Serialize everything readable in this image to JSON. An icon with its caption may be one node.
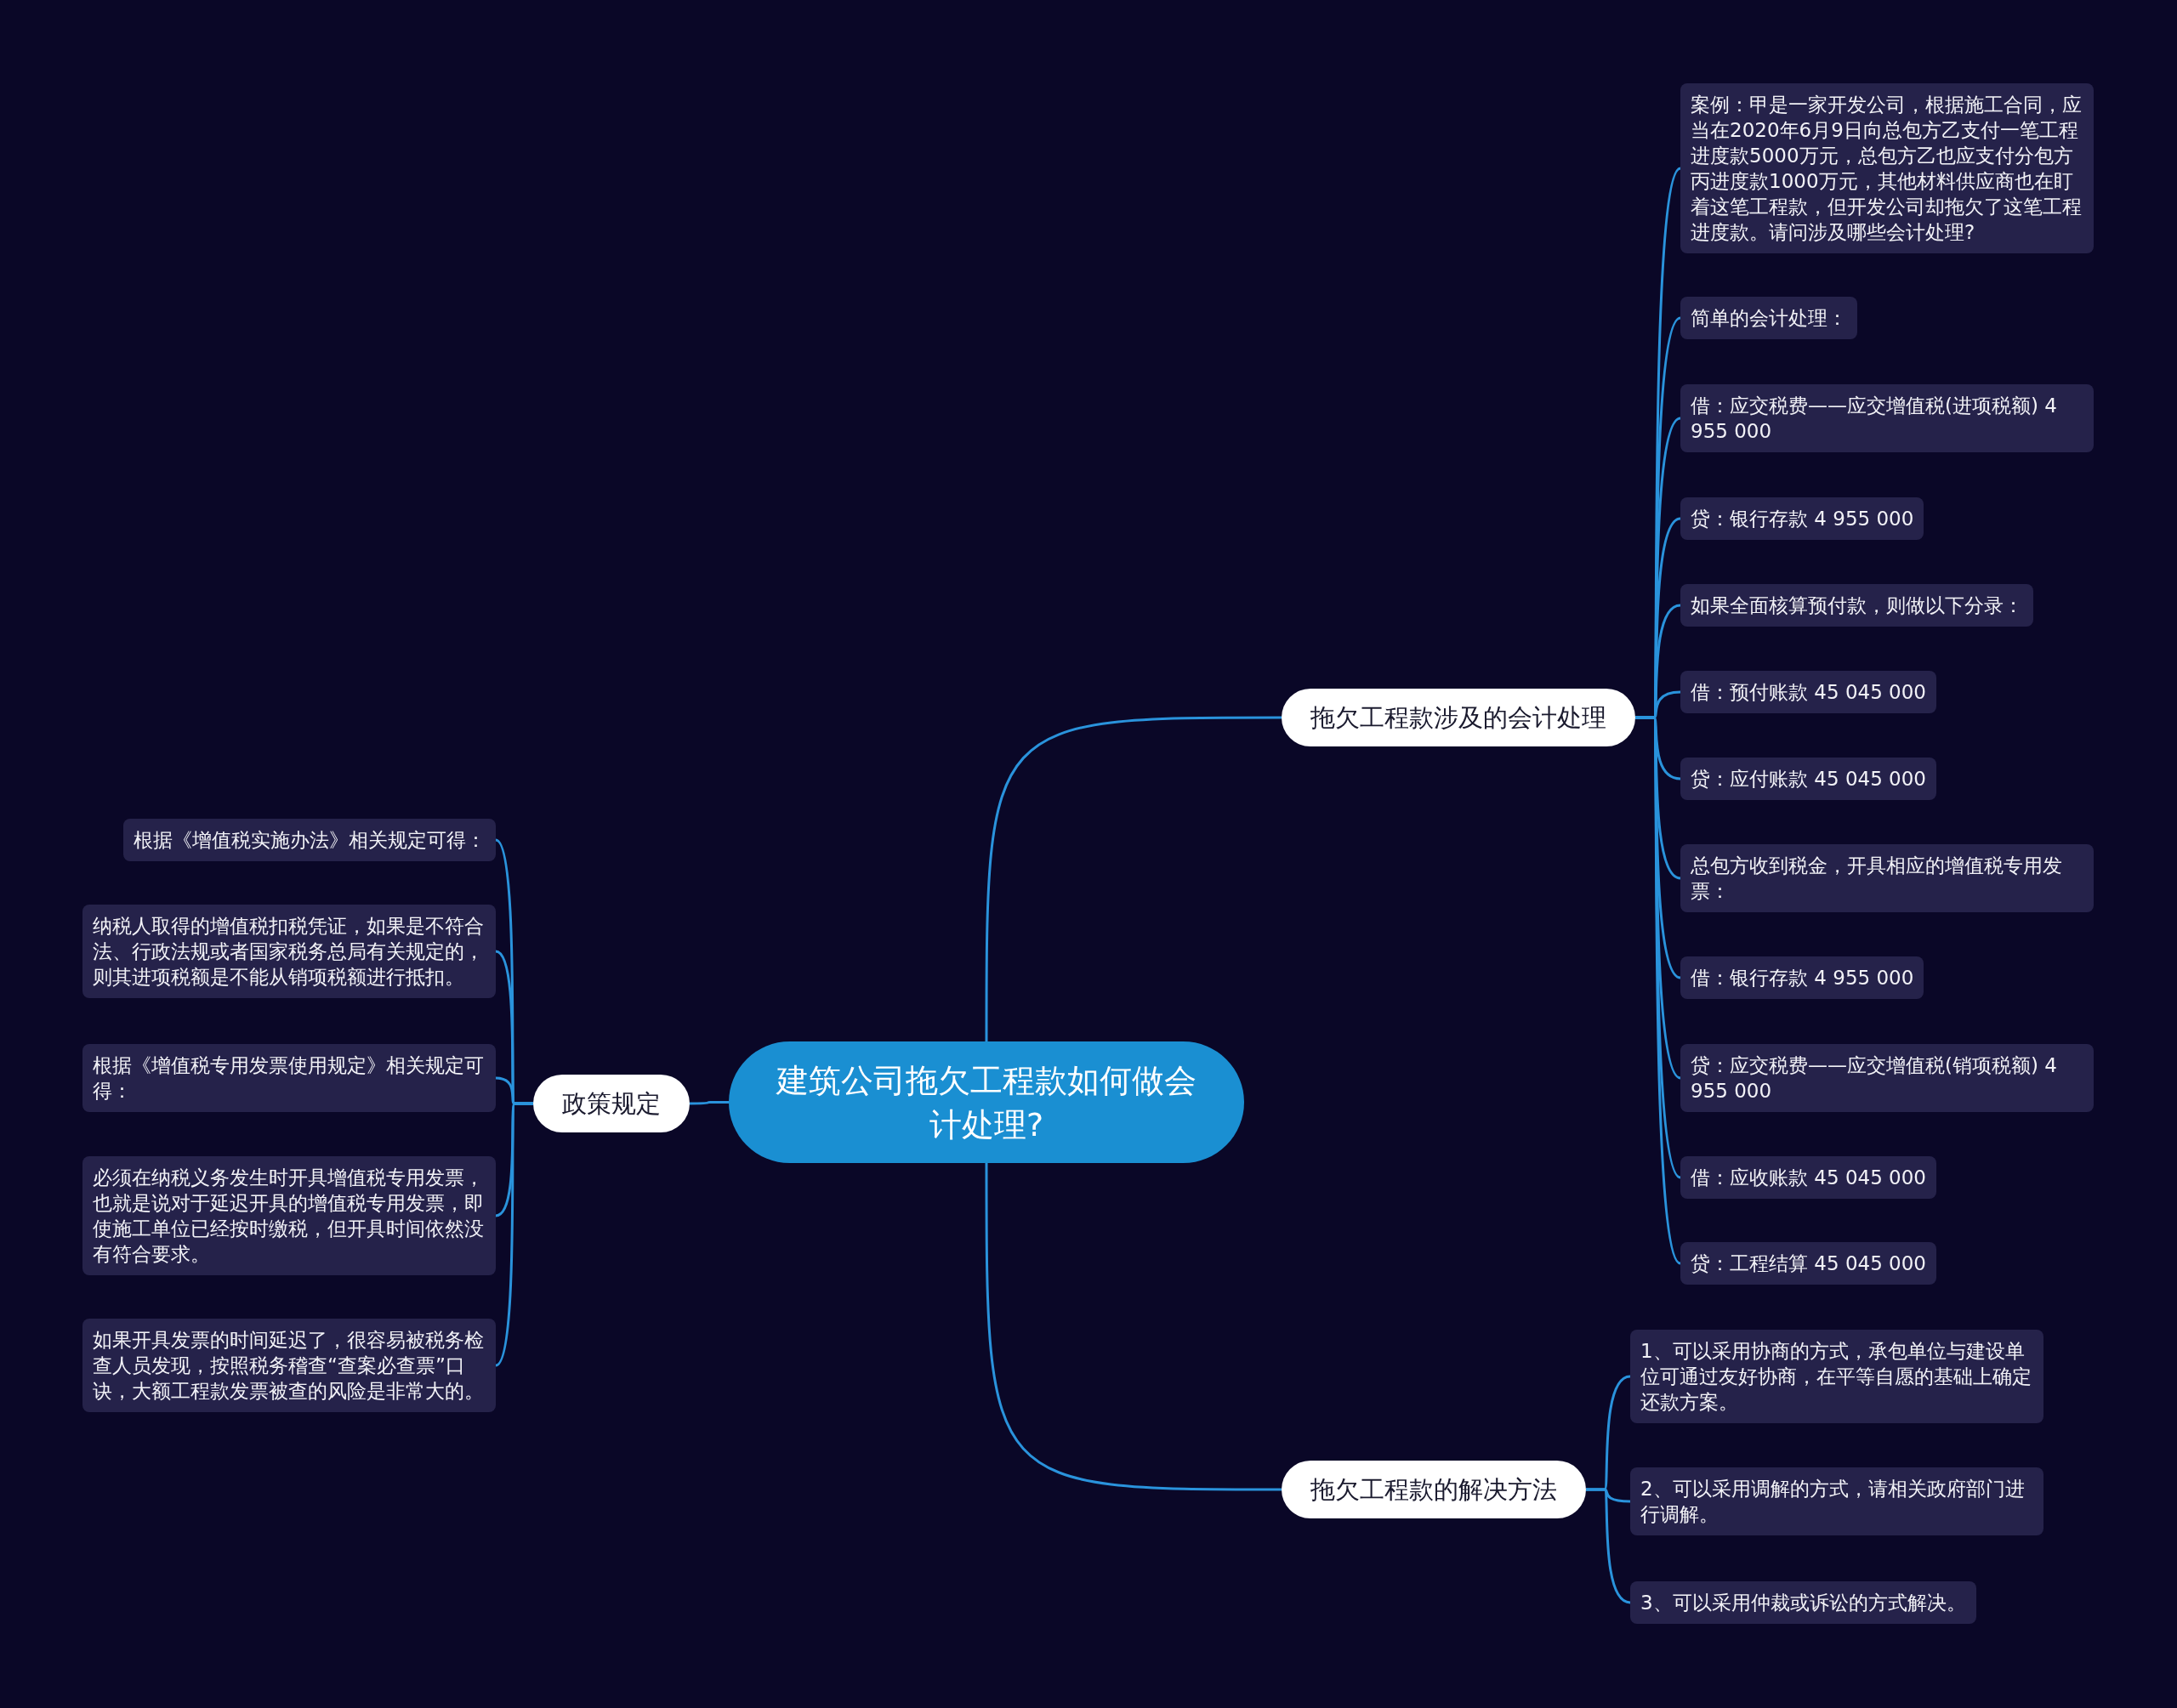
{
  "diagram": {
    "nodes": [
      {
        "text": [
          "建筑公司拖欠工程款如何做会计处理?"
        ]
      },
      {
        "text": [
          "拖欠工程款涉及的会计处理"
        ]
      },
      {
        "text": [
          "案例：甲是一家开发公司，根据施工合同，应当在2020年6月9日向总包方乙支付一笔工程进度款5000万元，总包方乙也应支付分包方丙进度款1000万元，其他材料供应商也在盯着这笔工程款，但开发公司却拖欠了这笔工程进度款。请问涉及哪些会计处理?"
        ]
      },
      {
        "text": [
          "简单的会计处理："
        ]
      },
      {
        "text": [
          "借：应交税费——应交增值税(进项税额) 4 955 000"
        ]
      },
      {
        "text": [
          "贷：银行存款 4 955 000"
        ]
      },
      {
        "text": [
          "如果全面核算预付款，则做以下分录："
        ]
      },
      {
        "text": [
          "借：预付账款 45 045 000"
        ]
      },
      {
        "text": [
          "贷：应付账款 45 045 000"
        ]
      },
      {
        "text": [
          "总包方收到税金，开具相应的增值税专用发票："
        ]
      },
      {
        "text": [
          "借：银行存款 4 955 000"
        ]
      },
      {
        "text": [
          "贷：应交税费——应交增值税(销项税额) 4 955 000"
        ]
      },
      {
        "text": [
          "借：应收账款 45 045 000"
        ]
      },
      {
        "text": [
          "贷：工程结算 45 045 000"
        ]
      },
      {
        "text": [
          "拖欠工程款的解决方法"
        ]
      },
      {
        "text": [
          "1、可以采用协商的方式，承包单位与建设单位可通过友好协商，在平等自愿的基础上确定还款方案。"
        ]
      },
      {
        "text": [
          "2、可以采用调解的方式，请相关政府部门进行调解。"
        ]
      },
      {
        "text": [
          "3、可以采用仲裁或诉讼的方式解决。"
        ]
      },
      {
        "text": [
          "政策规定"
        ]
      },
      {
        "text": [
          "根据《增值税实施办法》相关规定可得："
        ]
      },
      {
        "text": [
          "纳税人取得的增值税扣税凭证，如果是不符合法、行政法规或者国家税务总局有关规定的，则其进项税额是不能从销项税额进行抵扣。"
        ]
      },
      {
        "text": [
          "根据《增值税专用发票使用规定》相关规定可得："
        ]
      },
      {
        "text": [
          "必须在纳税义务发生时开具增值税专用发票，也就是说对于延迟开具的增值税专用发票，即使施工单位已经按时缴税，但开具时间依然没有符合要求。"
        ]
      },
      {
        "text": [
          "如果开具发票的时间延迟了，很容易被税务检查人员发现，按照税务稽查“查案必查票”口诀，大额工程款发票被查的风险是非常大的。"
        ]
      }
    ],
    "edges": [
      {
        "from": 0,
        "to": 1,
        "arrow": "none"
      },
      {
        "from": 1,
        "to": 2,
        "arrow": "none"
      },
      {
        "from": 1,
        "to": 3,
        "arrow": "none"
      },
      {
        "from": 1,
        "to": 4,
        "arrow": "none"
      },
      {
        "from": 1,
        "to": 5,
        "arrow": "none"
      },
      {
        "from": 1,
        "to": 6,
        "arrow": "none"
      },
      {
        "from": 1,
        "to": 7,
        "arrow": "none"
      },
      {
        "from": 1,
        "to": 8,
        "arrow": "none"
      },
      {
        "from": 1,
        "to": 9,
        "arrow": "none"
      },
      {
        "from": 1,
        "to": 10,
        "arrow": "none"
      },
      {
        "from": 1,
        "to": 11,
        "arrow": "none"
      },
      {
        "from": 1,
        "to": 12,
        "arrow": "none"
      },
      {
        "from": 1,
        "to": 13,
        "arrow": "none"
      },
      {
        "from": 0,
        "to": 14,
        "arrow": "none"
      },
      {
        "from": 14,
        "to": 15,
        "arrow": "none"
      },
      {
        "from": 14,
        "to": 16,
        "arrow": "none"
      },
      {
        "from": 14,
        "to": 17,
        "arrow": "none"
      },
      {
        "from": 0,
        "to": 18,
        "arrow": "none"
      },
      {
        "from": 18,
        "to": 19,
        "arrow": "none"
      },
      {
        "from": 18,
        "to": 20,
        "arrow": "none"
      },
      {
        "from": 18,
        "to": 21,
        "arrow": "none"
      },
      {
        "from": 18,
        "to": 22,
        "arrow": "none"
      },
      {
        "from": 18,
        "to": 23,
        "arrow": "none"
      }
    ]
  }
}
